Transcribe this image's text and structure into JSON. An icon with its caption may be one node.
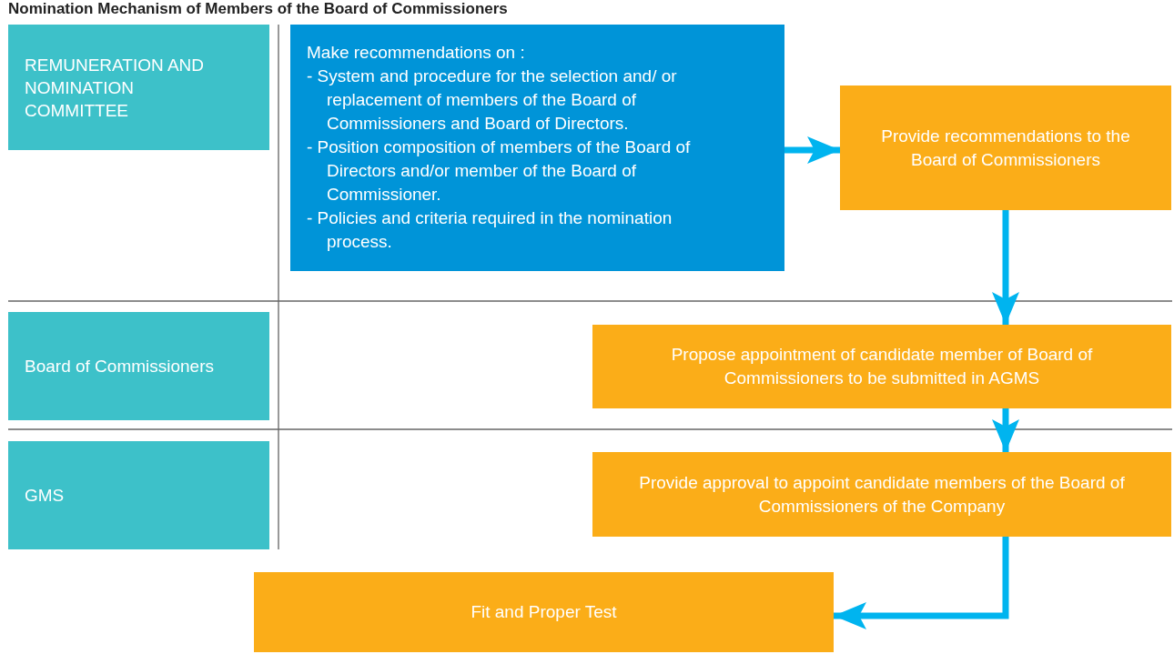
{
  "diagram": {
    "title": "Nomination Mechanism of Members of the Board of Commissioners",
    "nodes": [
      {
        "text": [
          "REMUNERATION AND NOMINATION COMMITTEE"
        ]
      },
      {
        "text": [
          "Make recommendations on :",
          "- System and procedure for the selection and/ or replacement of members of the Board of Commissioners and Board of Directors.",
          "- Position composition of members of the Board of Directors and/or member of the Board of Commissioner.",
          "- Policies and criteria required in the nomination process."
        ]
      },
      {
        "text": [
          "Provide recommendations to the Board of Commissioners"
        ]
      },
      {
        "text": [
          "Board of Commissioners"
        ]
      },
      {
        "text": [
          "Propose appointment of candidate member of Board of Commissioners to be submitted in AGMS"
        ]
      },
      {
        "text": [
          "GMS"
        ]
      },
      {
        "text": [
          "Provide approval to appoint candidate members of the Board of Commissioners of the Company"
        ]
      },
      {
        "text": [
          "Fit and Proper Test"
        ]
      }
    ],
    "edges": [
      {
        "from": 1,
        "to": 2,
        "arrow": "to"
      },
      {
        "from": 2,
        "to": 4,
        "arrow": "to"
      },
      {
        "from": 4,
        "to": 6,
        "arrow": "to"
      },
      {
        "from": 6,
        "to": 7,
        "arrow": "to"
      }
    ]
  }
}
